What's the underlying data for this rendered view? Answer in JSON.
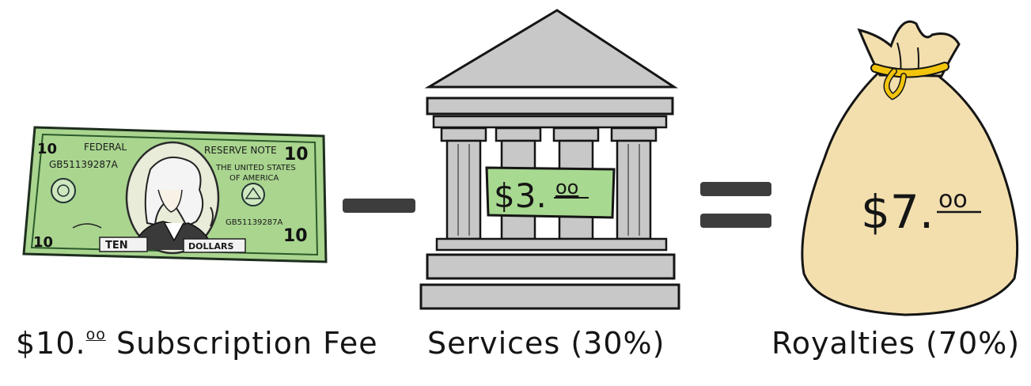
{
  "bill": {
    "corner_numbers": [
      "10",
      "10",
      "10",
      "10"
    ],
    "top_left_text": "FEDERAL",
    "top_right_text": "RESERVE NOTE",
    "serial_left": "GB51139287A",
    "serial_right": "GB51139287A",
    "country_line1": "THE UNITED STATES",
    "country_line2": "OF AMERICA",
    "bottom_left_word": "TEN",
    "bottom_right_word": "DOLLARS"
  },
  "operators": {
    "minus": "minus",
    "equals": "equals"
  },
  "bank_sign": {
    "dollars": "$3.",
    "cents": "oo"
  },
  "bag_label": {
    "dollars": "$7.",
    "cents": "oo"
  },
  "captions": {
    "fee_money": "$10.",
    "fee_cents": "oo",
    "fee_text": "Subscription Fee",
    "services": "Services (30%)",
    "royalties": "Royalties (70%)"
  },
  "colors": {
    "bill_green": "#a9d58f",
    "bill_dark": "#2b5a2b",
    "operator": "#3d3d3d",
    "bank_grey": "#c8c8c8",
    "sign_green": "#a8d990",
    "bag_fill": "#f3dfae",
    "tie_gold": "#f2c40c"
  },
  "icons": [
    "ten-dollar-bill-icon",
    "bank-building-icon",
    "money-bag-icon"
  ]
}
